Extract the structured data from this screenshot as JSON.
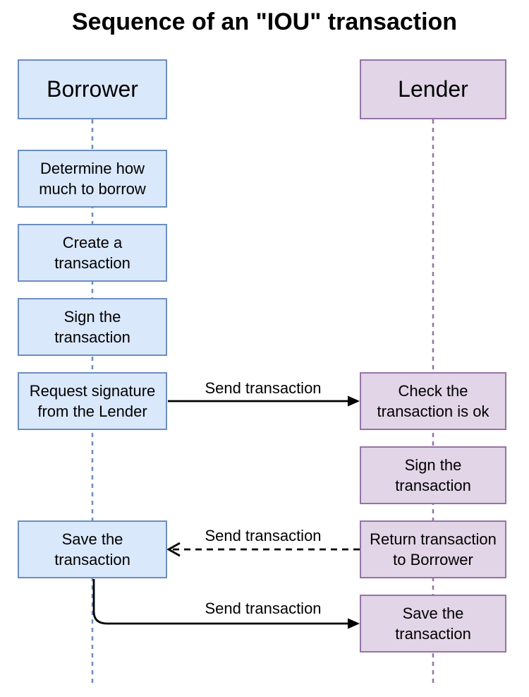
{
  "title": "Sequence of an \"IOU\" transaction",
  "colors": {
    "borrower_fill": "#dae8fc",
    "borrower_stroke": "#6c8ebf",
    "lender_fill": "#e1d5e7",
    "lender_stroke": "#9673a6",
    "arrow": "#000000",
    "text": "#000000",
    "background": "#ffffff"
  },
  "actors": [
    {
      "id": "borrower",
      "label": "Borrower"
    },
    {
      "id": "lender",
      "label": "Lender"
    }
  ],
  "borrower_steps": [
    {
      "lines": [
        "Determine how",
        "much to borrow"
      ]
    },
    {
      "lines": [
        "Create a",
        "transaction"
      ]
    },
    {
      "lines": [
        "Sign the",
        "transaction"
      ]
    },
    {
      "lines": [
        "Request signature",
        "from the Lender"
      ]
    },
    {
      "lines": [
        "Save the",
        "transaction"
      ]
    }
  ],
  "lender_steps": [
    {
      "lines": [
        "Check the",
        "transaction is ok"
      ]
    },
    {
      "lines": [
        "Sign the",
        "transaction"
      ]
    },
    {
      "lines": [
        "Return transaction",
        "to Borrower"
      ]
    },
    {
      "lines": [
        "Save the",
        "transaction"
      ]
    }
  ],
  "messages": [
    {
      "label": "Send transaction",
      "from": "Borrower",
      "to": "Lender",
      "style": "solid"
    },
    {
      "label": "Send transaction",
      "from": "Lender",
      "to": "Borrower",
      "style": "dashed"
    },
    {
      "label": "Send transaction",
      "from": "Borrower",
      "to": "Lender",
      "style": "solid-curved"
    }
  ]
}
